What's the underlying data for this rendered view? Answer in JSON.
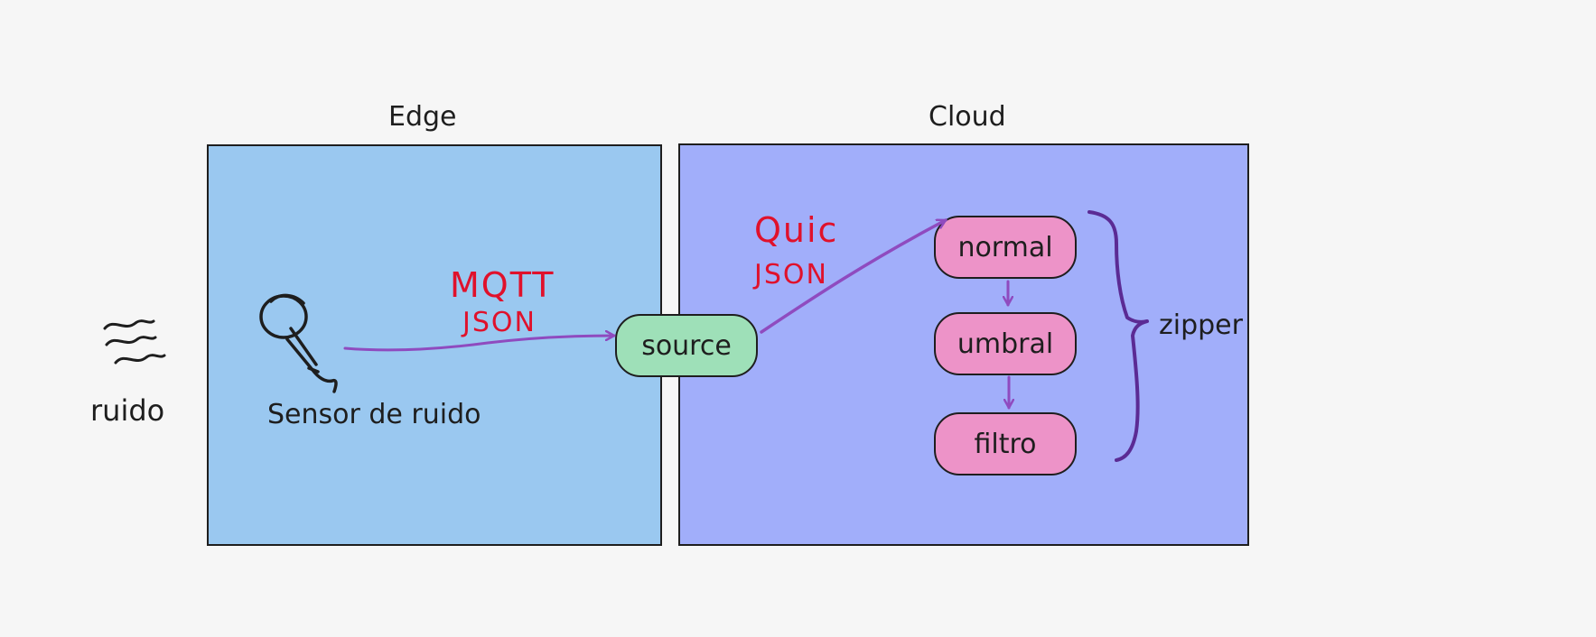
{
  "regions": {
    "edge": {
      "title": "Edge",
      "fill": "#9ac8f0"
    },
    "cloud": {
      "title": "Cloud",
      "fill": "#a1aefa"
    }
  },
  "labels": {
    "ruido": "ruido",
    "sensor": "Sensor de ruido",
    "zipper": "zipper"
  },
  "protocols": {
    "edge_line1": "MQTT",
    "edge_line2": "JSON",
    "cloud_line1": "Quic",
    "cloud_line2": "JSON"
  },
  "nodes": {
    "source": "source",
    "normal": "normal",
    "umbral": "umbral",
    "filtro": "filtro"
  },
  "colors": {
    "background": "#f6f6f6",
    "source_fill": "#9ee0b8",
    "stage_fill": "#ed93c8",
    "arrow": "#8f4bbf",
    "brace": "#5b2b94",
    "protocol_text": "#e0112b",
    "stroke": "#1e1e1e"
  },
  "icons": [
    "noise-wave-icon",
    "microphone-icon"
  ]
}
